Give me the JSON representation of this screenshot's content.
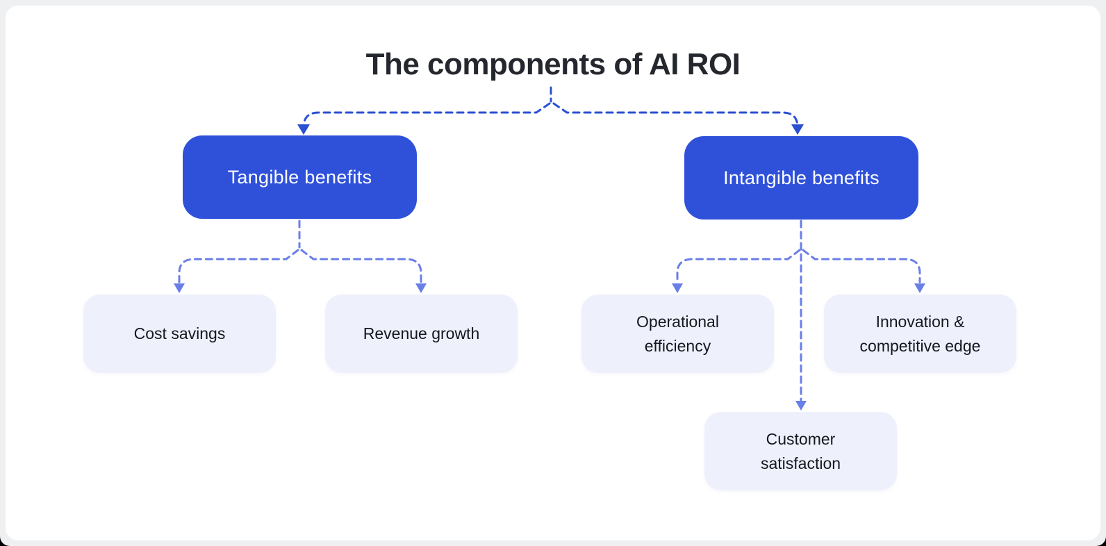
{
  "title": "The components of AI ROI",
  "tree": {
    "branches": [
      {
        "id": "tangible",
        "label": "Tangible benefits",
        "children": [
          {
            "id": "cost-savings",
            "label": "Cost savings"
          },
          {
            "id": "revenue-growth",
            "label": "Revenue growth"
          }
        ]
      },
      {
        "id": "intangible",
        "label": "Intangible benefits",
        "children": [
          {
            "id": "operational-efficiency",
            "label": "Operational efficiency"
          },
          {
            "id": "innovation-competitive-edge",
            "label": "Innovation & competitive edge"
          },
          {
            "id": "customer-satisfaction",
            "label": "Customer satisfaction"
          }
        ]
      }
    ]
  },
  "colors": {
    "primary_blue": "#2f51da",
    "connector_dark": "#2b4fd2",
    "connector_light": "#6a7ee8",
    "light_box_bg": "#eef0fb",
    "title_text": "#25272e",
    "box_text_dark": "#15171f",
    "box_text_light": "#ffffff",
    "page_bg": "#eef0f2",
    "card_bg": "#ffffff",
    "frame_black": "#000000"
  }
}
